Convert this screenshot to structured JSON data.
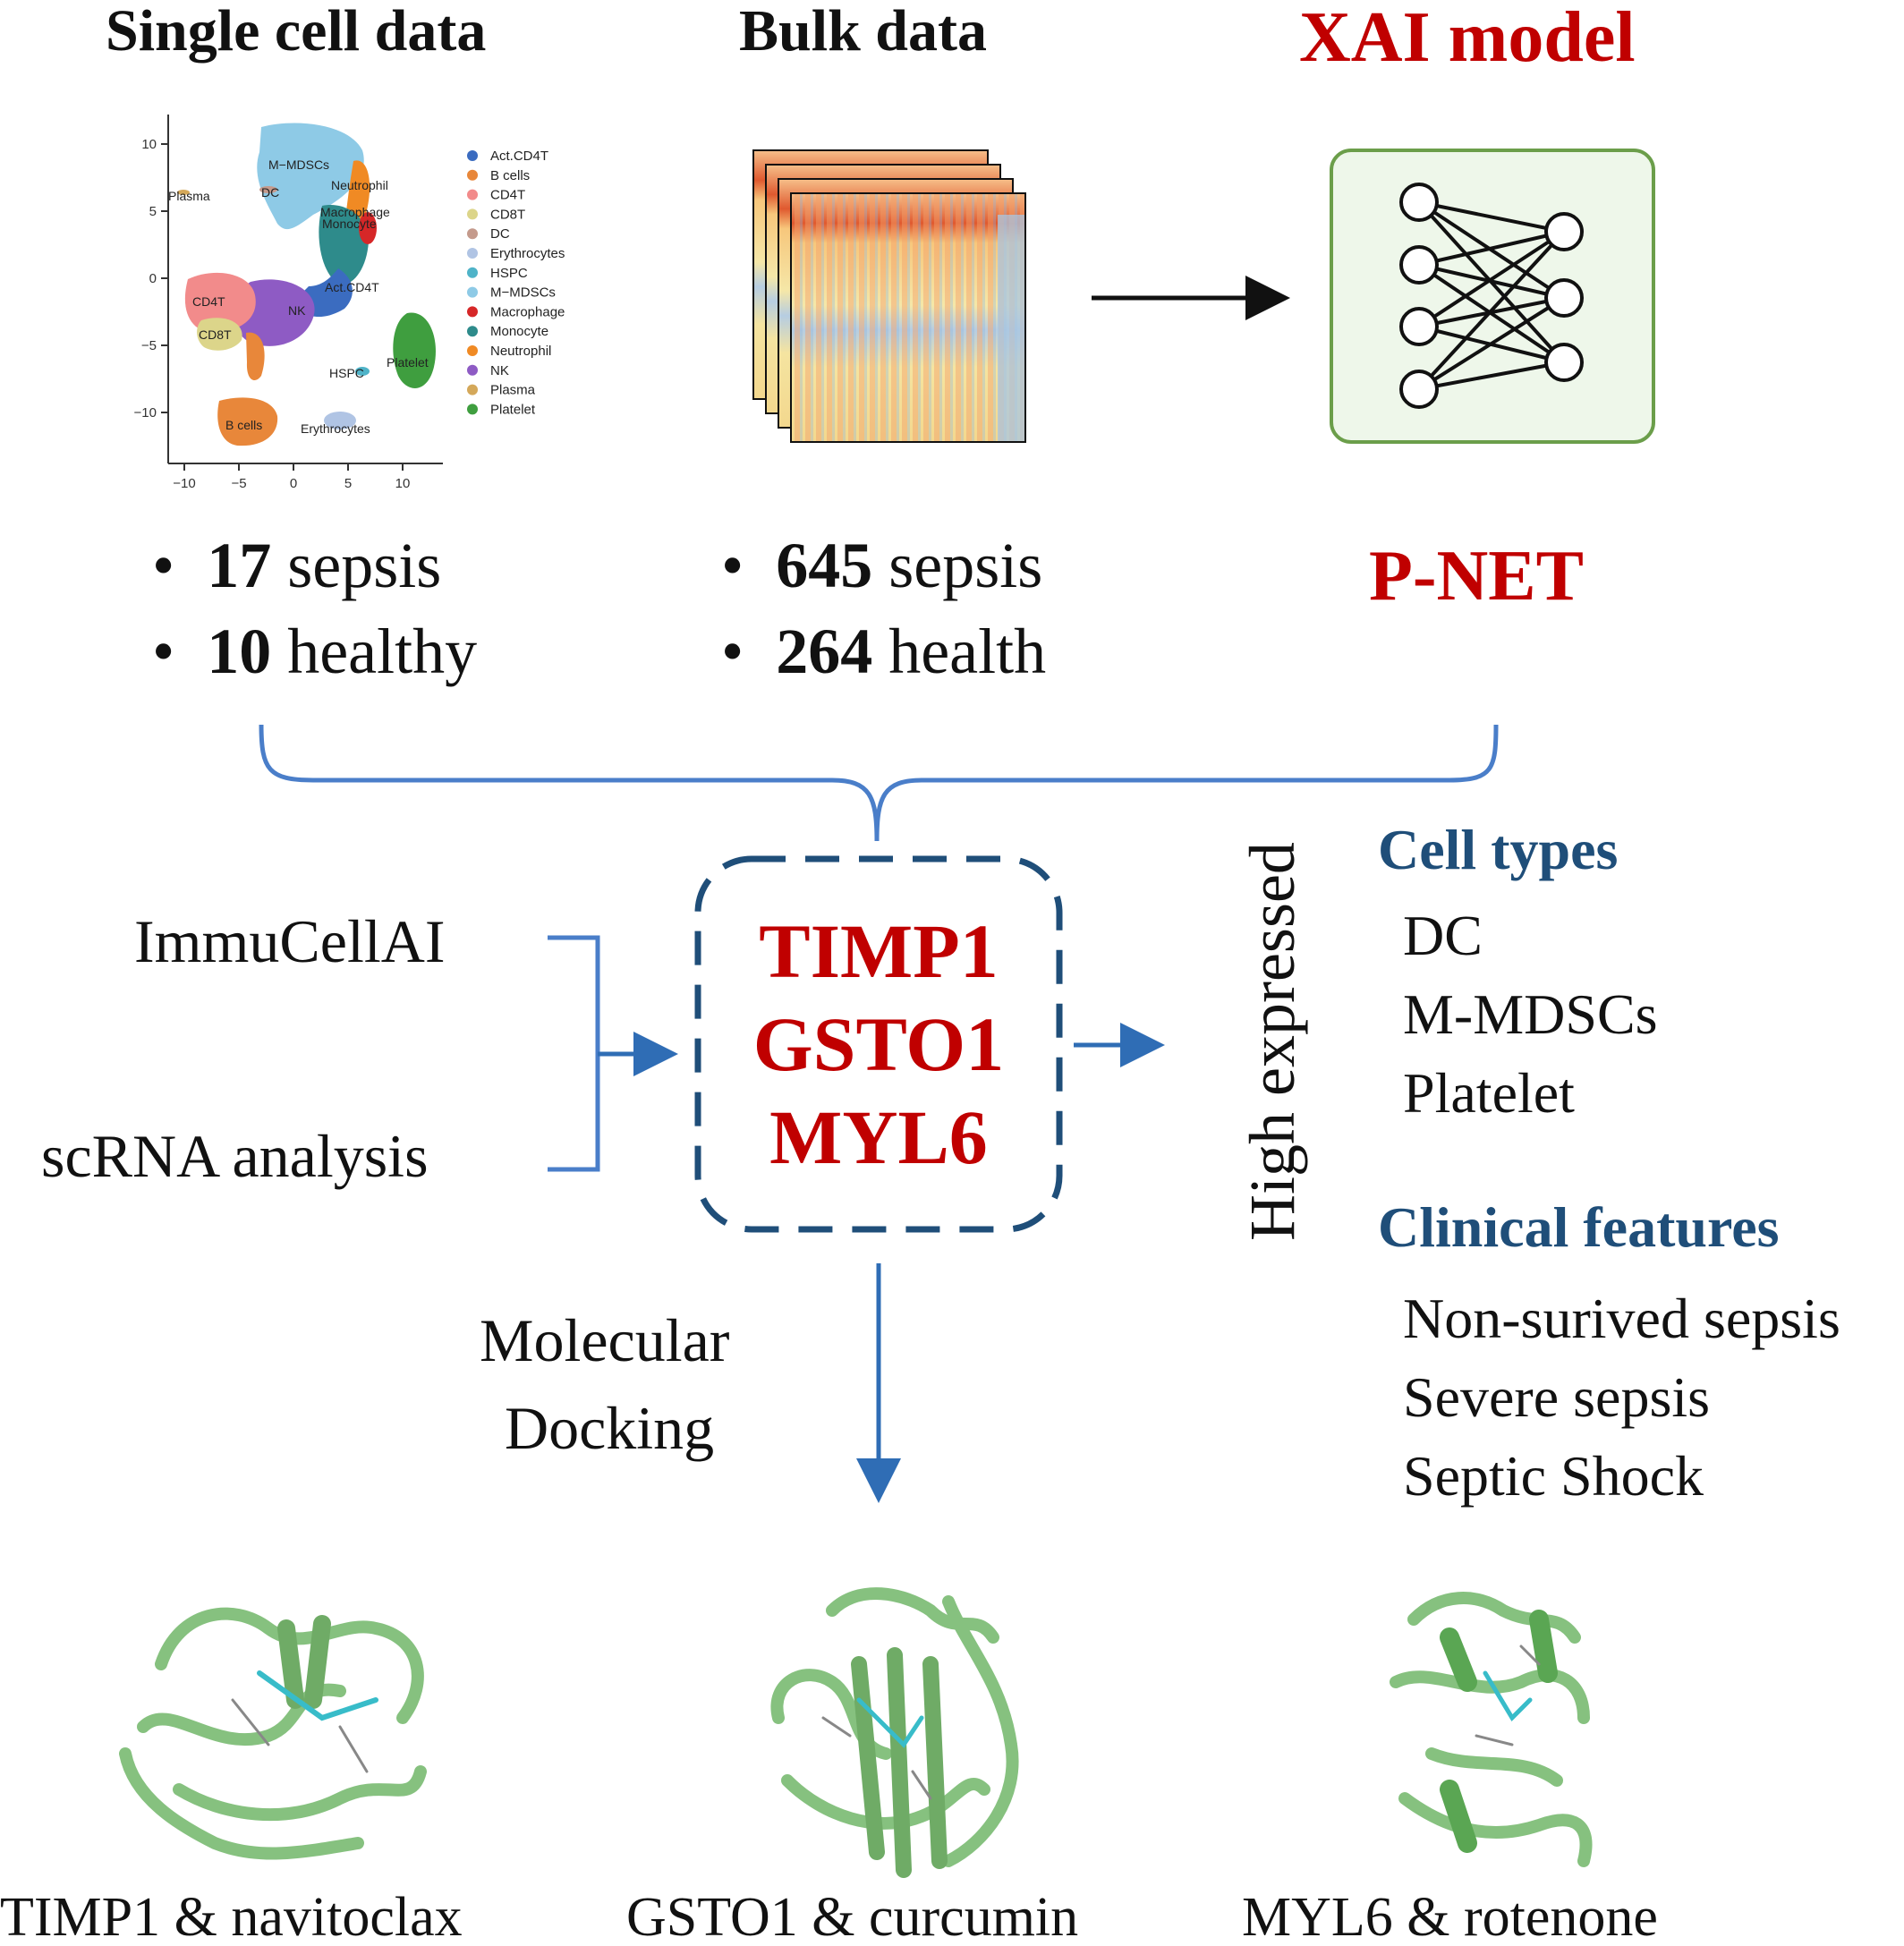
{
  "sections": {
    "single_cell": {
      "title": "Single cell data",
      "stats": [
        {
          "bullet": "•",
          "count": "17",
          "label": " sepsis"
        },
        {
          "bullet": "•",
          "count": "10",
          "label": " healthy"
        }
      ]
    },
    "bulk": {
      "title": "Bulk data",
      "stats": [
        {
          "bullet": "•",
          "count": "645",
          "label": " sepsis"
        },
        {
          "bullet": "•",
          "count": "264",
          "label": " health"
        }
      ]
    },
    "xai": {
      "title": "XAI model",
      "model_name": "P-NET"
    }
  },
  "umap": {
    "x_ticks": [
      "−10",
      "−5",
      "0",
      "5",
      "10"
    ],
    "y_ticks": [
      "10",
      "5",
      "0",
      "−5",
      "−10"
    ],
    "cluster_labels": [
      "M−MDSCs",
      "Plasma",
      "DC",
      "Neutrophil",
      "Macrophage",
      "Monocyte",
      "CD4T",
      "NK",
      "Act.CD4T",
      "CD8T",
      "Platelet",
      "HSPC",
      "B cells",
      "Erythrocytes"
    ],
    "legend": [
      {
        "name": "Act.CD4T",
        "color": "#3b6cc0"
      },
      {
        "name": "B cells",
        "color": "#e8873a"
      },
      {
        "name": "CD4T",
        "color": "#f28b8b"
      },
      {
        "name": "CD8T",
        "color": "#dcd58a"
      },
      {
        "name": "DC",
        "color": "#c49a8c"
      },
      {
        "name": "Erythrocytes",
        "color": "#b0c4e4"
      },
      {
        "name": "HSPC",
        "color": "#4fb3c8"
      },
      {
        "name": "M−MDSCs",
        "color": "#8ecae6"
      },
      {
        "name": "Macrophage",
        "color": "#d62728"
      },
      {
        "name": "Monocyte",
        "color": "#2e8b8b"
      },
      {
        "name": "Neutrophil",
        "color": "#f08a24"
      },
      {
        "name": "NK",
        "color": "#8e5bc4"
      },
      {
        "name": "Plasma",
        "color": "#d4a85a"
      },
      {
        "name": "Platelet",
        "color": "#3f9e3f"
      }
    ]
  },
  "methods": {
    "left_top": "ImmuCellAI",
    "left_bottom": "scRNA analysis",
    "genes": [
      "TIMP1",
      "GSTO1",
      "MYL6"
    ],
    "arrow_label": "High expressed",
    "docking_label": [
      "Molecular",
      "Docking"
    ]
  },
  "results": {
    "cell_types_title": "Cell types",
    "cell_types": [
      "DC",
      "M-MDSCs",
      "Platelet"
    ],
    "clinical_title": "Clinical features",
    "clinical": [
      "Non-surived sepsis",
      "Severe sepsis",
      "Septic Shock"
    ]
  },
  "docking_results": [
    "TIMP1 & navitoclax",
    "GSTO1 & curcumin",
    "MYL6 & rotenone"
  ],
  "colors": {
    "heading_red": "#c00000",
    "heading_blue": "#1f4e79",
    "connector_blue": "#4a7ec9",
    "dashed_box": "#1f4e79",
    "model_box_border": "#6b9e4a",
    "model_box_fill": "#eef7ea",
    "protein_green": "#86c17f"
  }
}
